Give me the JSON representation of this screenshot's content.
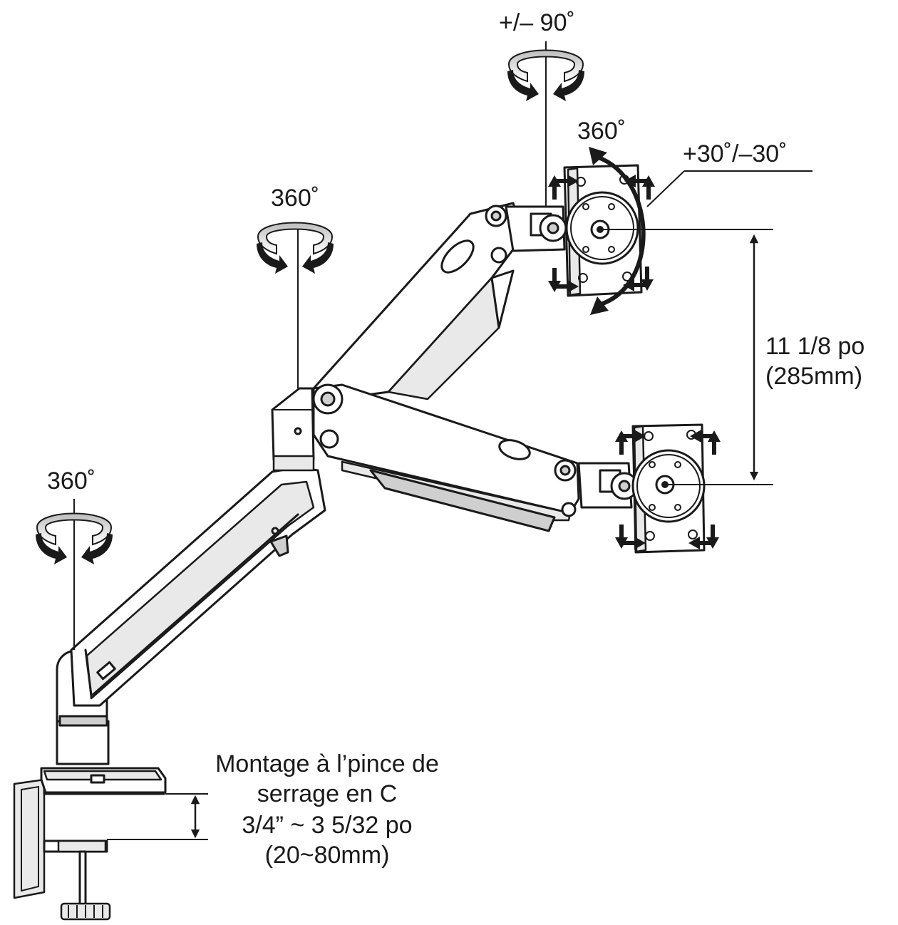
{
  "labels": {
    "swivel_top": "+/– 90˚",
    "rotation_plate": "360˚",
    "tilt": "+30˚/–30˚",
    "rotation_elbow": "360˚",
    "rotation_base": "360˚",
    "height_range_line1": "11 1/8 po",
    "height_range_line2": "(285mm)",
    "clamp_line1": "Montage à l’pince de",
    "clamp_line2": "serrage en C",
    "clamp_line3": "3/4” ~ 3 5/32 po",
    "clamp_line4": "(20~80mm)"
  },
  "icons": [
    "rotation-arrow-icon",
    "move-arrow-icon",
    "tilt-arc-icon",
    "dimension-arrow-icon"
  ],
  "colors": {
    "line": "#1a1a1a",
    "gray": "#cfcfcf",
    "light_gray": "#e9e9e9",
    "background": "#ffffff"
  }
}
